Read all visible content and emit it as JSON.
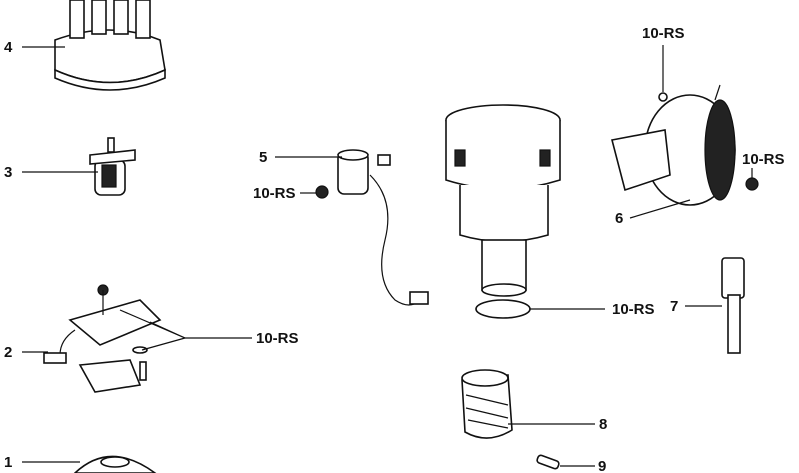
{
  "diagram": {
    "callouts": [
      {
        "id": "4",
        "label": "4"
      },
      {
        "id": "3",
        "label": "3"
      },
      {
        "id": "2",
        "label": "2"
      },
      {
        "id": "1",
        "label": "1"
      },
      {
        "id": "5",
        "label": "5"
      },
      {
        "id": "10rs_a",
        "label": "10-RS"
      },
      {
        "id": "10rs_b",
        "label": "10-RS"
      },
      {
        "id": "10rs_c",
        "label": "10-RS"
      },
      {
        "id": "10rs_d",
        "label": "10-RS"
      },
      {
        "id": "10rs_e",
        "label": "10-RS"
      },
      {
        "id": "6",
        "label": "6"
      },
      {
        "id": "7",
        "label": "7"
      },
      {
        "id": "8",
        "label": "8"
      },
      {
        "id": "9",
        "label": "9"
      }
    ]
  }
}
